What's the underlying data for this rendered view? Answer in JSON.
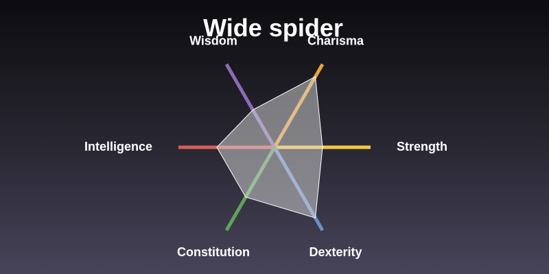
{
  "chart_data": {
    "type": "radar",
    "title": "Wide spider",
    "axes": [
      {
        "label": "Strength",
        "value": 0.5,
        "color": "#f5c842"
      },
      {
        "label": "Charisma",
        "value": 0.85,
        "color": "#e8a13a"
      },
      {
        "label": "Wisdom",
        "value": 0.45,
        "color": "#8e6bb8"
      },
      {
        "label": "Intelligence",
        "value": 0.6,
        "color": "#d45f5a"
      },
      {
        "label": "Constitution",
        "value": 0.6,
        "color": "#5ea35b"
      },
      {
        "label": "Dexterity",
        "value": 0.85,
        "color": "#6b8fc9"
      }
    ],
    "range": [
      0,
      1
    ],
    "fill_color": "#d9d9d9",
    "outline_color": "#ffffff",
    "grid": false,
    "legend": "none"
  }
}
